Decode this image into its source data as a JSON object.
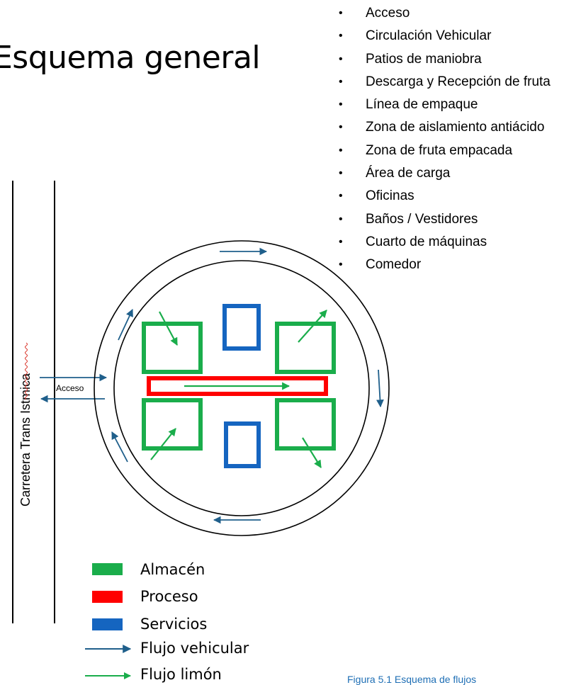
{
  "title": "Esquema general",
  "areas": [
    "Acceso",
    "Circulación Vehicular",
    "Patios de maniobra",
    "Descarga y Recepción de fruta",
    "Línea de empaque",
    "Zona de aislamiento antiácido",
    "Zona de fruta empacada",
    "Área de carga",
    "Oficinas",
    "Baños / Vestidores",
    "Cuarto de máquinas",
    "Comedor"
  ],
  "road_label": "Carretera Trans Istmica",
  "access_label": "Acceso",
  "legend": {
    "almacen": "Almacén",
    "proceso": "Proceso",
    "servicios": "Servicios",
    "flujo_vehicular": "Flujo vehicular",
    "flujo_limon": "Flujo limón"
  },
  "colors": {
    "almacen": "#1aad4b",
    "proceso": "#ff0000",
    "servicios": "#1565c0",
    "flujo_vehicular": "#1f5f8b",
    "flujo_limon": "#1aad4b"
  },
  "caption": "Figura 5.1 Esquema de flujos"
}
